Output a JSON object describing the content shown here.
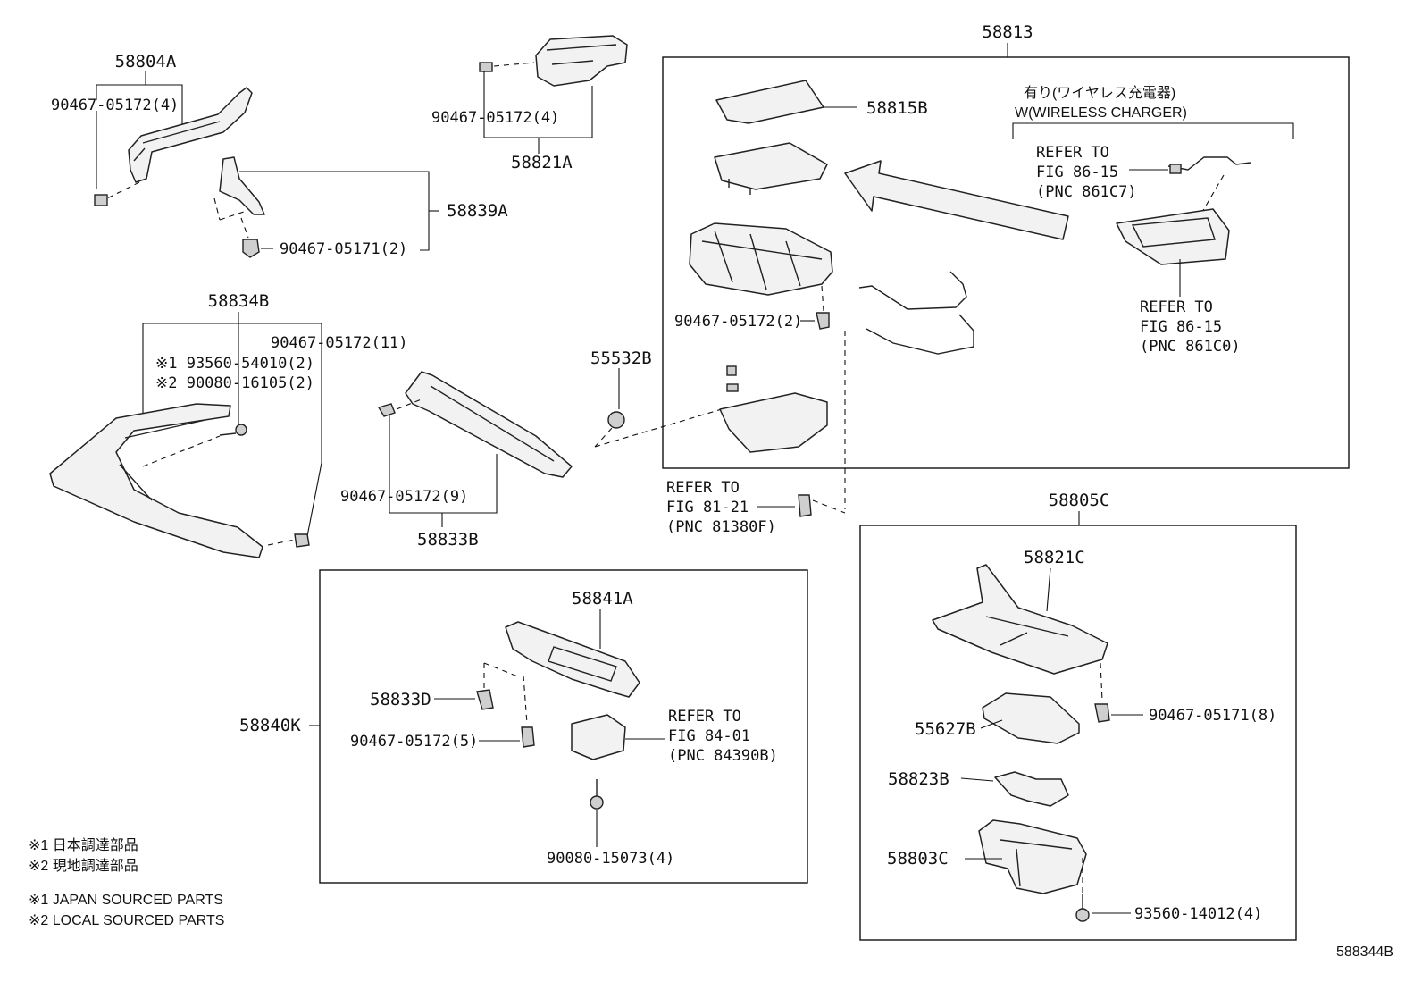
{
  "labels": {
    "p58804A": "58804A",
    "p90467_05172_4a": "90467-05172(4)",
    "p90467_05172_4b": "90467-05172(4)",
    "p58821A": "58821A",
    "p58839A": "58839A",
    "p90467_05171_2": "90467-05171(2)",
    "p58834B": "58834B",
    "p90467_05172_11": "90467-05172(11)",
    "p93560_54010": "※1 93560-54010(2)",
    "p90080_16105": "※2 90080-16105(2)",
    "p90467_05172_9": "90467-05172(9)",
    "p58833B": "58833B",
    "p55532B": "55532B",
    "p58813": "58813",
    "p58815B": "58815B",
    "p90467_05172_2": "90467-05172(2)",
    "wireless_jp": "有り(ワイヤレス充電器)",
    "wireless_en": "W(WIRELESS CHARGER)",
    "refer1_a": "REFER TO",
    "refer1_b": "FIG 86-15",
    "refer1_c": "(PNC 861C7)",
    "refer2_a": "REFER TO",
    "refer2_b": "FIG 86-15",
    "refer2_c": "(PNC 861C0)",
    "refer3_a": "REFER TO",
    "refer3_b": "FIG 81-21",
    "refer3_c": "(PNC 81380F)",
    "p58805C": "58805C",
    "p58821C": "58821C",
    "p90467_05171_8": "90467-05171(8)",
    "p55627B": "55627B",
    "p58823B": "58823B",
    "p58803C": "58803C",
    "p93560_14012": "93560-14012(4)",
    "p58841A": "58841A",
    "p58833D": "58833D",
    "p58840K": "58840K",
    "p90467_05172_5": "90467-05172(5)",
    "refer4_a": "REFER TO",
    "refer4_b": "FIG 84-01",
    "refer4_c": "(PNC 84390B)",
    "p90080_15073": "90080-15073(4)"
  },
  "notes": {
    "jp1": "※1 日本調達部品",
    "jp2": "※2 現地調達部品",
    "en1": "※1 JAPAN SOURCED PARTS",
    "en2": "※2 LOCAL SOURCED PARTS"
  },
  "diagram_id": "588344B"
}
